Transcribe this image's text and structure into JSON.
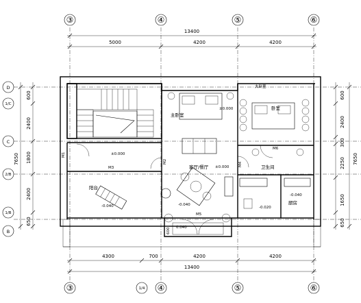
{
  "axes": {
    "top": [
      "③",
      "④",
      "⑤",
      "⑥"
    ],
    "bottom": [
      "③",
      "④",
      "⑤",
      "⑥"
    ],
    "left": [
      "D",
      "1/C",
      "C",
      "2/B",
      "1/B",
      "B"
    ],
    "bottom_extra": "1/4"
  },
  "dims": {
    "top_total": "13400",
    "top_segments": [
      "5000",
      "4200",
      "4200"
    ],
    "bottom_segments": [
      "4300",
      "700",
      "4200",
      "4200"
    ],
    "bottom_total": "13400",
    "left_segments": [
      "600",
      "2400",
      "1800",
      "2400",
      "650"
    ],
    "left_total": "7650",
    "right_segments": [
      "600",
      "2400",
      "300",
      "2250",
      "1650",
      "650"
    ],
    "right_total": "7650"
  },
  "rooms": {
    "bedroom_left": "主卧室",
    "bedroom_right": "卧室",
    "hall": "客厅/餐厅",
    "bath": "卫生间",
    "balcony": "阳台",
    "kitchen": "厨房",
    "corner": "大卧室"
  },
  "levels": {
    "l1": "±0.000",
    "l2": "±0.000",
    "l3": "±0.000",
    "l4": "-0.020",
    "l5": "-0.040",
    "l6": "-0.040",
    "l7": "0.040",
    "l8": "-0.040"
  },
  "tags": {
    "m1": "M1",
    "m2": "M2",
    "m3": "M3",
    "m4": "M4",
    "m5": "M5",
    "m6": "M6",
    "c600": "600"
  }
}
